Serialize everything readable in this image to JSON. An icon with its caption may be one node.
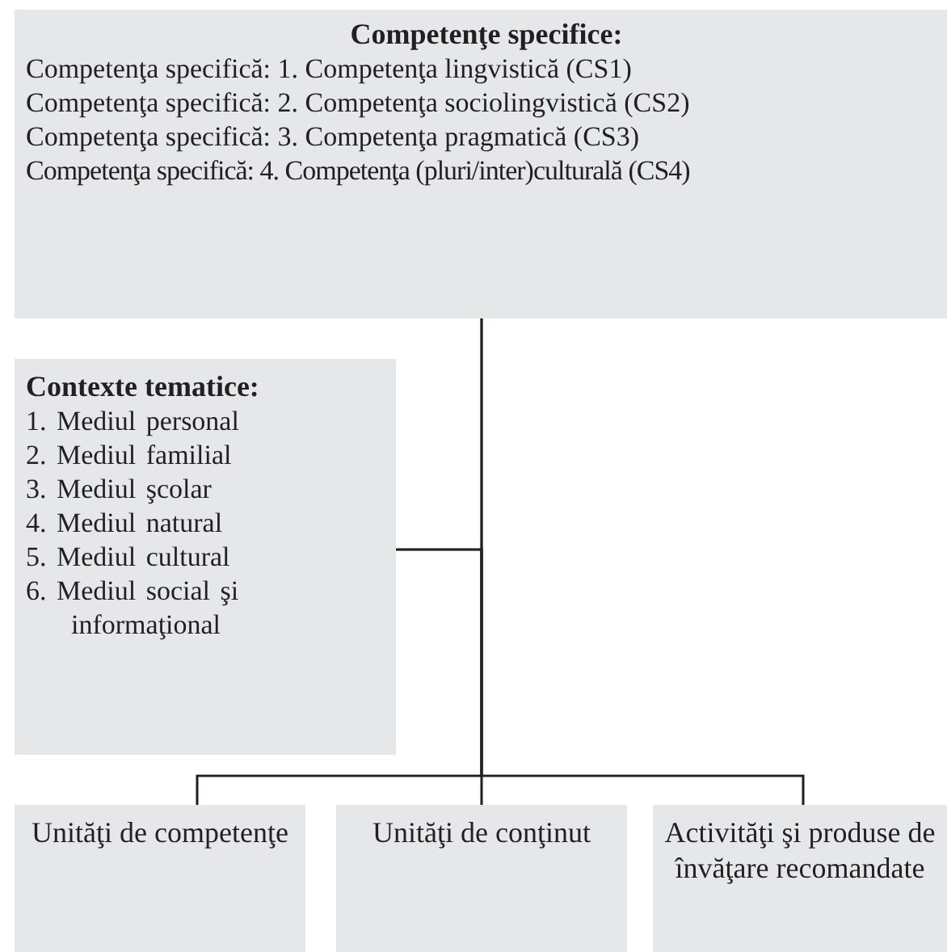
{
  "diagram": {
    "nodes": [
      {
        "text": [
          "Competenţe specifice:",
          "Competenţa specifică: 1. Competenţa lingvistică (CS1)",
          "Competenţa specifică: 2. Competenţa sociolingvistică (CS2)",
          "Competenţa specifică: 3. Competenţa pragmatică (CS3)",
          "Competenţa specifică: 4. Competenţa (pluri/inter)culturală (CS4)"
        ]
      },
      {
        "text": [
          "Contexte tematice:",
          "1. Mediul personal",
          "2. Mediul familial",
          "3. Mediul şcolar",
          "4. Mediul natural",
          "5. Mediul cultural",
          "6. Mediul social şi informaţional"
        ]
      },
      {
        "text": [
          "Unităţi de competenţe"
        ]
      },
      {
        "text": [
          "Unităţi de conţinut"
        ]
      },
      {
        "text": [
          "Activităţi şi produse de învăţare recomandate"
        ]
      }
    ],
    "edges": [
      {
        "from": 0,
        "to": 2,
        "arrow": "none"
      },
      {
        "from": 0,
        "to": 3,
        "arrow": "none"
      },
      {
        "from": 0,
        "to": 4,
        "arrow": "none"
      },
      {
        "from": 1,
        "to": 2,
        "arrow": "none"
      },
      {
        "from": 1,
        "to": 3,
        "arrow": "none"
      },
      {
        "from": 1,
        "to": 4,
        "arrow": "none"
      }
    ]
  }
}
